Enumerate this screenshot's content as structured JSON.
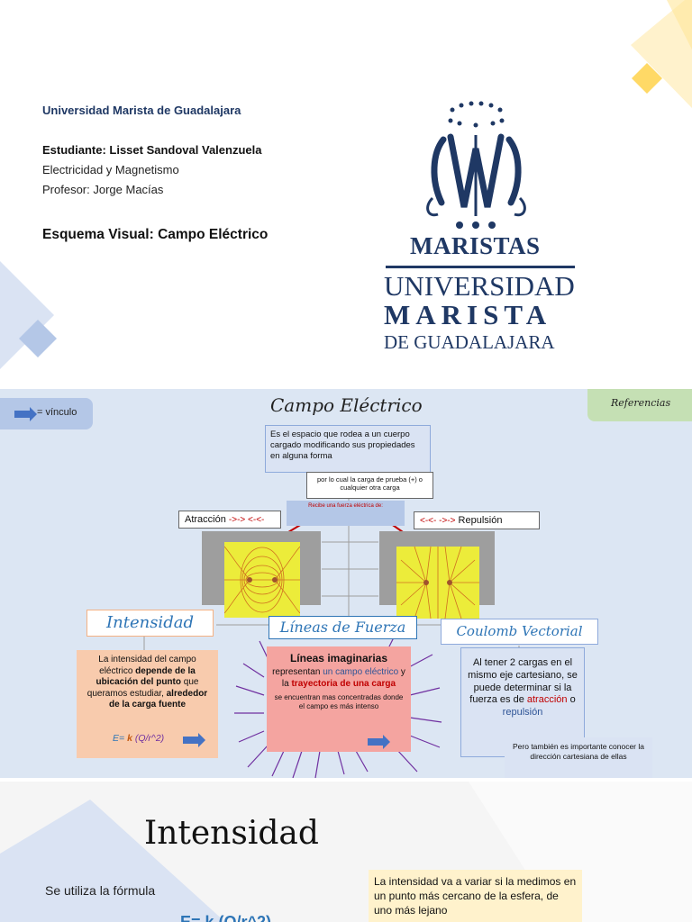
{
  "cover": {
    "university": "Universidad Marista de Guadalajara",
    "student": "Estudiante: Lisset Sandoval Valenzuela",
    "subject": "Electricidad y Magnetismo",
    "professor": "Profesor: Jorge Macías",
    "title": "Esquema Visual: Campo Eléctrico",
    "logo": {
      "line1": "MARISTAS",
      "line2": "UNIVERSIDAD",
      "line3": "MARISTA",
      "line4": "DE GUADALAJARA"
    }
  },
  "map": {
    "legend_label": "= vínculo",
    "title": "Campo Eléctrico",
    "references_label": "Referencias",
    "definition": "Es el espacio que rodea a un cuerpo cargado modificando sus propiedades en alguna forma",
    "test_charge": "por lo cual la carga de prueba (+) o cualquier otra carga",
    "receives_force": "Recibe una fuerza eléctrica de:",
    "attraction_label": "Atracción",
    "attraction_arrows": "->-> <-<-",
    "repulsion_arrows": "<-<- ->->",
    "repulsion_label": "Repulsión",
    "intensity": {
      "heading": "Intensidad",
      "text_a": "La intensidad del campo eléctrico ",
      "text_b": "depende de la ubicación del punto",
      "text_c": " que queramos estudiar, ",
      "text_d": "alrededor de la carga fuente",
      "formula_e": "E= ",
      "formula_k": "k",
      "formula_rest": " (Q/r^2)"
    },
    "lines": {
      "heading": "Líneas de Fuerza",
      "title": "Líneas imaginarias",
      "text_a": "representan ",
      "text_b": "un campo eléctrico",
      "text_c": " y la ",
      "text_d": "trayectoria de una carga",
      "text_e": "se encuentran mas concentradas donde el campo es más intenso"
    },
    "coulomb": {
      "heading": "Coulomb Vectorial",
      "text_a": "Al tener 2 cargas en el mismo eje cartesiano, se puede determinar si la fuerza es de ",
      "text_b": "atracción",
      "text_c": " o ",
      "text_d": "repulsión",
      "note": "Pero también es importante conocer la dirección cartesiana de ellas"
    }
  },
  "intensity_slide": {
    "title": "Intensidad",
    "formula_label": "Se utiliza la fórmula",
    "note": "La intensidad va a variar si la medimos en un punto más cercano de la esfera, de uno más lejano",
    "formula_partial": "E= k (Q/r^2)"
  },
  "colors": {
    "navy": "#1f3864",
    "map_bg": "#dce6f3",
    "peach": "#f8cbad",
    "salmon": "#f4a4a0",
    "lavender": "#dae3f3",
    "yellow_box": "#fff2cc",
    "green_tab": "#c5e0b4"
  }
}
